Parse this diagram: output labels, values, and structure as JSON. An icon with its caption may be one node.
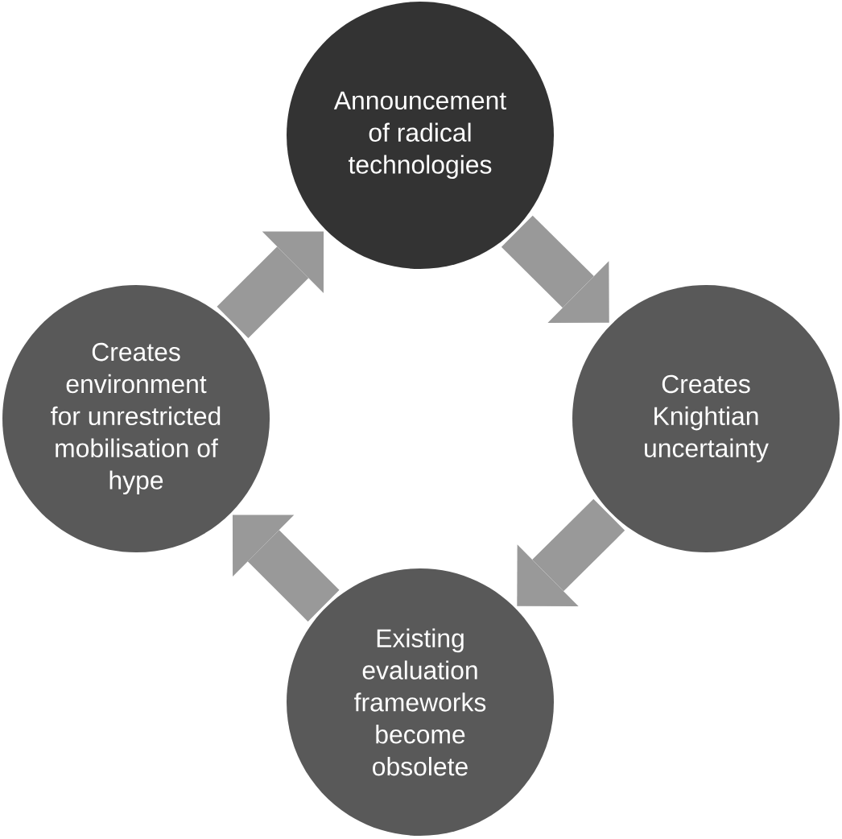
{
  "diagram": {
    "nodes": [
      {
        "text": [
          "Announcement of radical technologies"
        ]
      },
      {
        "text": [
          "Creates Knightian uncertainty"
        ]
      },
      {
        "text": [
          "Existing evaluation frameworks become obsolete"
        ]
      },
      {
        "text": [
          "Creates environment for unrestricted mobilisation of hype"
        ]
      }
    ],
    "edges": [
      {
        "from": 0,
        "to": 1,
        "arrow": "to"
      },
      {
        "from": 1,
        "to": 2,
        "arrow": "to"
      },
      {
        "from": 2,
        "to": 3,
        "arrow": "to"
      },
      {
        "from": 3,
        "to": 0,
        "arrow": "to"
      }
    ]
  }
}
